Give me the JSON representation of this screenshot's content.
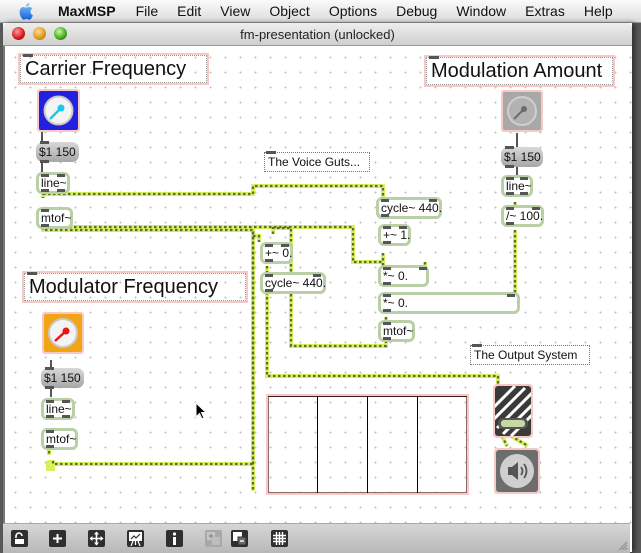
{
  "menubar": {
    "apple_icon": "apple-icon",
    "items": [
      "MaxMSP",
      "File",
      "Edit",
      "View",
      "Object",
      "Options",
      "Debug",
      "Window",
      "Extras",
      "Help"
    ]
  },
  "window": {
    "title": "fm-presentation (unlocked)"
  },
  "patcher": {
    "comments": {
      "carrier_frequency": "Carrier Frequency",
      "modulation_amount": "Modulation Amount",
      "modulator_frequency": "Modulator Frequency",
      "voice_guts": "The Voice Guts...",
      "output_system": "The Output System"
    },
    "carrier": {
      "dial_color": "#2320e0",
      "dial_needle_color": "#18c8e8",
      "message": "$1 150",
      "line": "line~",
      "mtof": "mtof~"
    },
    "modulation": {
      "dial_color": "#a8a8a8",
      "message": "$1 150",
      "line": "line~",
      "divide": "/~ 100."
    },
    "modulator": {
      "dial_color": "#f2a417",
      "dial_needle_color": "#e8141a",
      "message": "$1 150",
      "line": "line~",
      "mtof": "mtof~"
    },
    "voice": {
      "cycle_top": "cycle~ 440.",
      "plus_one": "+~ 1.",
      "times_a": "*~ 0.",
      "times_b": "*~ 0.",
      "mtof": "mtof~",
      "plus_zero": "+~ 0.",
      "cycle_left": "cycle~ 440."
    },
    "output": {
      "scope_columns": 4,
      "gain_icon": "striped-gain-slider",
      "dac_icon": "speaker-icon"
    },
    "colors": {
      "signal_wire": "#d6f25a",
      "signal_wire_dash": "#5b6b3a",
      "object_border": "#b9cfa5",
      "selection_outline": "#f6c9c4"
    }
  },
  "toolbar": {
    "buttons": [
      {
        "name": "lock-icon",
        "enabled": true
      },
      {
        "name": "new-object-icon",
        "enabled": true
      },
      {
        "name": "move-icon",
        "enabled": true
      },
      {
        "name": "presentation-icon",
        "enabled": true
      },
      {
        "name": "inspector-icon",
        "enabled": true
      },
      {
        "name": "add-to-presentation-icon",
        "enabled": false
      },
      {
        "name": "remove-from-presentation-icon",
        "enabled": true
      },
      {
        "name": "grid-icon",
        "enabled": true
      }
    ]
  }
}
